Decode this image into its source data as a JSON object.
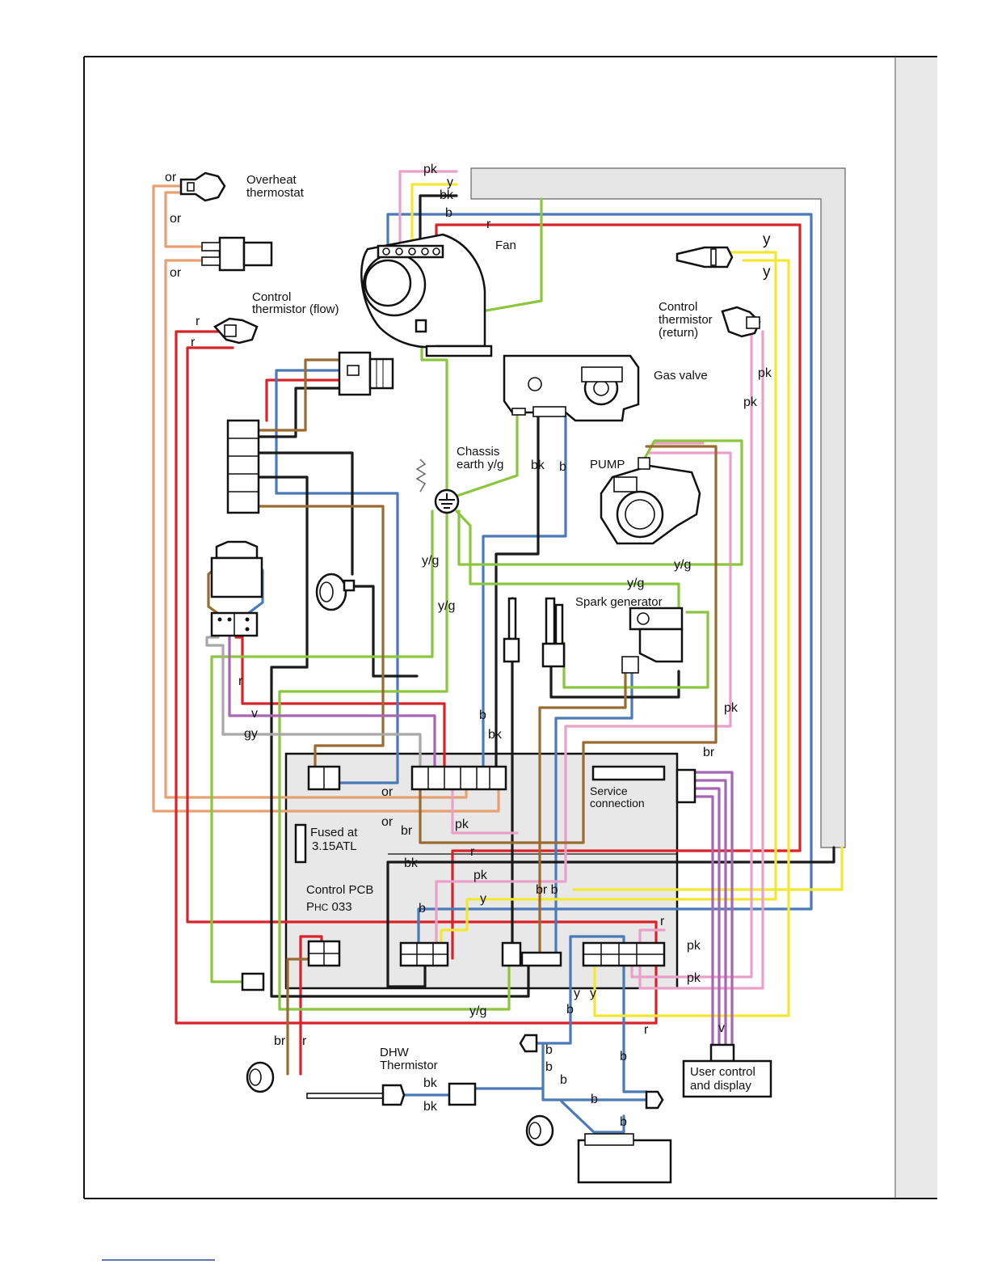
{
  "colors": {
    "or": "#e8a070",
    "r": "#d8232a",
    "b": "#4a7ab8",
    "bk": "#1a1a1a",
    "y": "#f2e832",
    "pk": "#eaa0c8",
    "yg": "#8cc63f",
    "br": "#9a6a30",
    "v": "#a865b5",
    "gy": "#a8a8a8",
    "pcb": "#e8e8e8",
    "chassis": "#e6e6e6"
  },
  "components": {
    "overheat": [
      "Overheat",
      "thermostat"
    ],
    "fan": "Fan",
    "control_flow": [
      "Control",
      "thermistor (flow)"
    ],
    "control_return": [
      "Control",
      "thermistor",
      "(return)"
    ],
    "gas_valve": "Gas valve",
    "chassis_earth": [
      "Chassis",
      "earth y/g"
    ],
    "pump": "PUMP",
    "spark": "Spark generator",
    "service": [
      "Service",
      "connection"
    ],
    "fused": [
      "Fused at",
      "3.15ATL"
    ],
    "pcb": [
      "Control PCB",
      "PHC 033"
    ],
    "dhw": [
      "DHW",
      "Thermistor"
    ],
    "user": [
      "User control",
      "and display"
    ]
  },
  "wire_labels": {
    "or": "or",
    "r": "r",
    "b": "b",
    "bk": "bk",
    "y": "y",
    "pk": "pk",
    "yg": "y/g",
    "br": "br",
    "v": "v",
    "gy": "gy",
    "brb": "br b"
  }
}
